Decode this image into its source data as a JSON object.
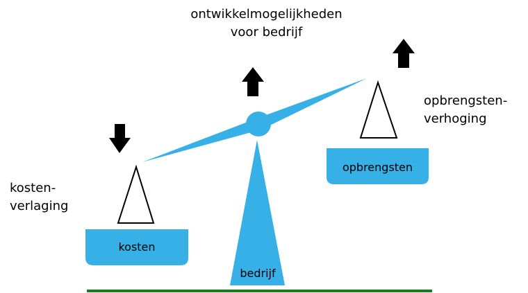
{
  "title_line1": "ontwikkelmogelijkheden",
  "title_line2": "voor bedrijf",
  "left_label_line1": "kosten-",
  "left_label_line2": "verlaging",
  "right_label_line1": "opbrengsten-",
  "right_label_line2": "verhoging",
  "left_pan_label": "kosten",
  "right_pan_label": "opbrengsten",
  "base_label": "bedrijf",
  "arrows": {
    "left": "down-arrow",
    "center": "up-arrow",
    "right": "up-arrow"
  },
  "colors": {
    "beam": "#36b0e6",
    "ground": "#1f7a1f",
    "arrow": "#000000"
  }
}
